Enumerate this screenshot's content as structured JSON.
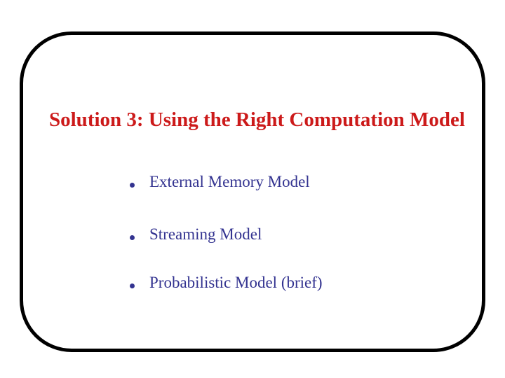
{
  "slide": {
    "title": "Solution 3: Using the Right Computation Model",
    "bullets": [
      "External Memory Model",
      "Streaming Model",
      "Probabilistic Model (brief)"
    ]
  },
  "colors": {
    "title": "#cc1a1a",
    "body": "#333390",
    "frame_border": "#000000",
    "background": "#ffffff"
  }
}
